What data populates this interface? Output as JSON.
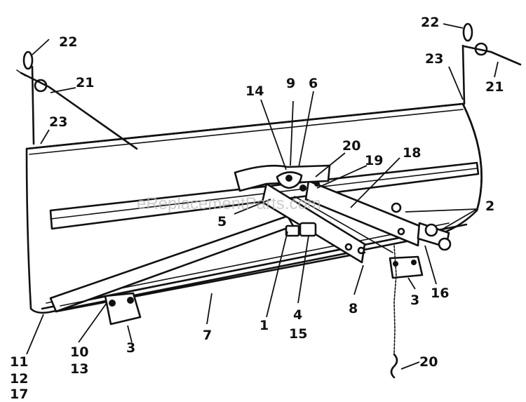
{
  "watermark": "eReplacementParts.com",
  "labels": {
    "l22a": "22",
    "l21a": "21",
    "l23a": "23",
    "l22b": "22",
    "l23b": "23",
    "l21b": "21",
    "l14": "14",
    "l9": "9",
    "l6": "6",
    "l20a": "20",
    "l19": "19",
    "l18": "18",
    "l5": "5",
    "l2": "2",
    "l1": "1",
    "l4": "4",
    "l15": "15",
    "l8": "8",
    "l3a": "3",
    "l16": "16",
    "l7": "7",
    "l3b": "3",
    "l10": "10",
    "l13": "13",
    "l11": "11",
    "l12": "12",
    "l17": "17",
    "l20b": "20"
  }
}
